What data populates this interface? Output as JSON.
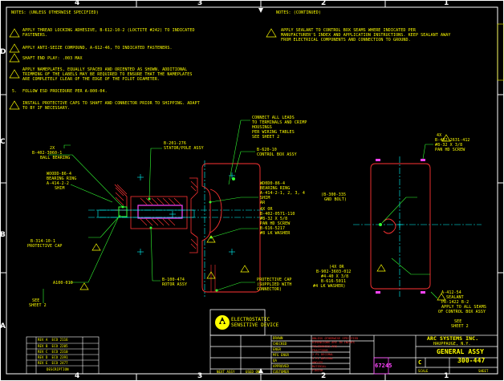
{
  "border": {
    "top_zones": [
      "4",
      "3",
      "2",
      "1"
    ],
    "bottom_zones": [
      "4",
      "3",
      "2",
      "1"
    ],
    "side_zones": [
      "D",
      "C",
      "B",
      "A"
    ]
  },
  "notes_left": {
    "title": "NOTES: (UNLESS OTHERWISE SPECIFIED)",
    "items": [
      {
        "num": "1",
        "lines": [
          "APPLY THREAD LOCKING ADHESIVE, B-612-10-2 (LOCTITE #242) TO INDICATED",
          "FASTENERS."
        ]
      },
      {
        "num": "2",
        "lines": [
          "APPLY ANTI-SEIZE COMPOUND, A-612-46, TO INDICATED FASTENERS."
        ]
      },
      {
        "num": "3",
        "lines": [
          "SHAFT END PLAY: .003 MAX"
        ]
      },
      {
        "num": "4",
        "lines": [
          "APPLY NAMEPLATES, EQUALLY SPACED AND ORIENTED AS SHOWN. ADDITIONAL",
          "TRIMMING OF THE LABELS MAY BE REQUIRED TO ENSURE THAT THE NAMEPLATES",
          "ARE COMPLETELY CLEAR OF THE EDGE OF THE PILOT DIAMETER."
        ]
      },
      {
        "num": "5.",
        "lines": [
          "FOLLOW ESD PROCEDURE PER A-800-04."
        ]
      },
      {
        "num": "6",
        "lines": [
          "INSTALL PROTECTIVE CAPS TO SHAFT AND CONNECTOR PRIOR TO SHIPPING. ADAPT",
          "TO BY IF NECESSARY."
        ]
      }
    ]
  },
  "notes_right": {
    "title": "NOTES: (CONTINUED)",
    "items": [
      {
        "num": "7",
        "lines": [
          "APPLY SEALANT TO CONTROL BOX SEAMS WHERE INDICATED PER",
          "MANUFACTURER'S INDEX AND APPLICATION INSTRUCTIONS. KEEP SEALANT AWAY",
          "FROM ELECTRICAL COMPONENTS AND CONNECTION TO GROUND."
        ]
      }
    ]
  },
  "callouts": {
    "ball_bearing": [
      "2X",
      "B-402-3060-1",
      "BALL BEARING"
    ],
    "bearing_ring_left": [
      "WOODD-86-4",
      "BEARING RING",
      "A-414-2-2",
      "SHIM"
    ],
    "protective_cap_left": [
      "B-314-10-1",
      "PROTECTIVE CAP"
    ],
    "pin": [
      "A100-010"
    ],
    "see_sheet_left": [
      "SEE",
      "SHEET 2"
    ],
    "stator": [
      "B-201-276",
      "STATOR/POLE ASSY"
    ],
    "rotor": [
      "B-100-474",
      "ROTOR ASSY"
    ],
    "connect": [
      "CONNECT ALL LEADS",
      "TO TERMINALS AND CRIMP",
      "HOUSINGS",
      "PER WIRING TABLES",
      "SEE SHEET 2"
    ],
    "control_box": [
      "B-620-10",
      "CONTROL BOX ASSY"
    ],
    "bearing_ring_right": [
      "WD0D0-86-4",
      "BEARING RING",
      "A-414-2-1, 2, 3, 4",
      "SHIM",
      "AR"
    ],
    "screws_mid": [
      "4X OR",
      "B-402-0571-110",
      "#8-32 X 5/8",
      "PAN HD SCREW",
      "B-616-5217",
      "#8 LK WASHER"
    ],
    "protective_cap_bottom": [
      "PROTECTIVE CAP",
      "(SUPPLIED WITH",
      "CONNECTOR)"
    ],
    "gnd_bolt": [
      "(B-300-335",
      "GND BOLT)"
    ],
    "screws_bottom": [
      "(4X OR",
      "B-902-3603-012",
      "#4-40 X 3/8",
      "B-616-5011",
      "#4 LK WASHER)"
    ],
    "screws_top_right": [
      "4X",
      "B-402-2631-412",
      "#8-32 X 3/8",
      "PAN HD SCREW"
    ],
    "sealant": [
      "A-412-54",
      "SEALANT",
      "PR-1422 B-2",
      "APPLY TO ALL SEAMS",
      "OF CONTROL BOX ASSY"
    ],
    "see_sheet_right": [
      "SEE",
      "SHEET 2"
    ]
  },
  "esd": {
    "line1": "ELECTROSTATIC",
    "line2": "SENSITIVE DEVICE"
  },
  "title_block": {
    "company": [
      "ARC SYSTEMS INC.",
      "HAUPPAUGE, N.Y."
    ],
    "title": "GENERAL ASSY",
    "size": "C",
    "cage": "67245",
    "dwg_no": "300-447",
    "mid_headers": [
      "UNLESS OTHERWISE SPECIFIED",
      "DIMENSIONS ARE IN INCHES",
      "TOLERANCES ARE",
      "FRACTIONS",
      "2 PL DECIMAL",
      "3 PL DECIMAL",
      "ANGLES",
      "MATERIAL",
      "FINISH"
    ],
    "left_labels": [
      "DRAWN",
      "CHECKED",
      "ENGR",
      "MFG ENGR",
      "QA",
      "APPROVED",
      "CUSTOMER"
    ],
    "next_assy": "NEXT ASSY",
    "used_on": "USED ON",
    "application": "APPLICATION",
    "scale": "SCALE",
    "sheet": "SHEET"
  },
  "rev_block": {
    "rows": [
      "REV A  ECO 2116",
      "REV B  ECO 2205",
      "REV C  ECO 2310",
      "REV D  ECO 2391",
      "REV E  ECO 2477"
    ],
    "header": "DESCRIPTION"
  },
  "colors": {
    "text": "#ffff00",
    "leader": "#33ff33",
    "centerline": "#00ffff",
    "outline": "#ff3333",
    "accent": "#ff44ff",
    "border": "#ffffff"
  }
}
